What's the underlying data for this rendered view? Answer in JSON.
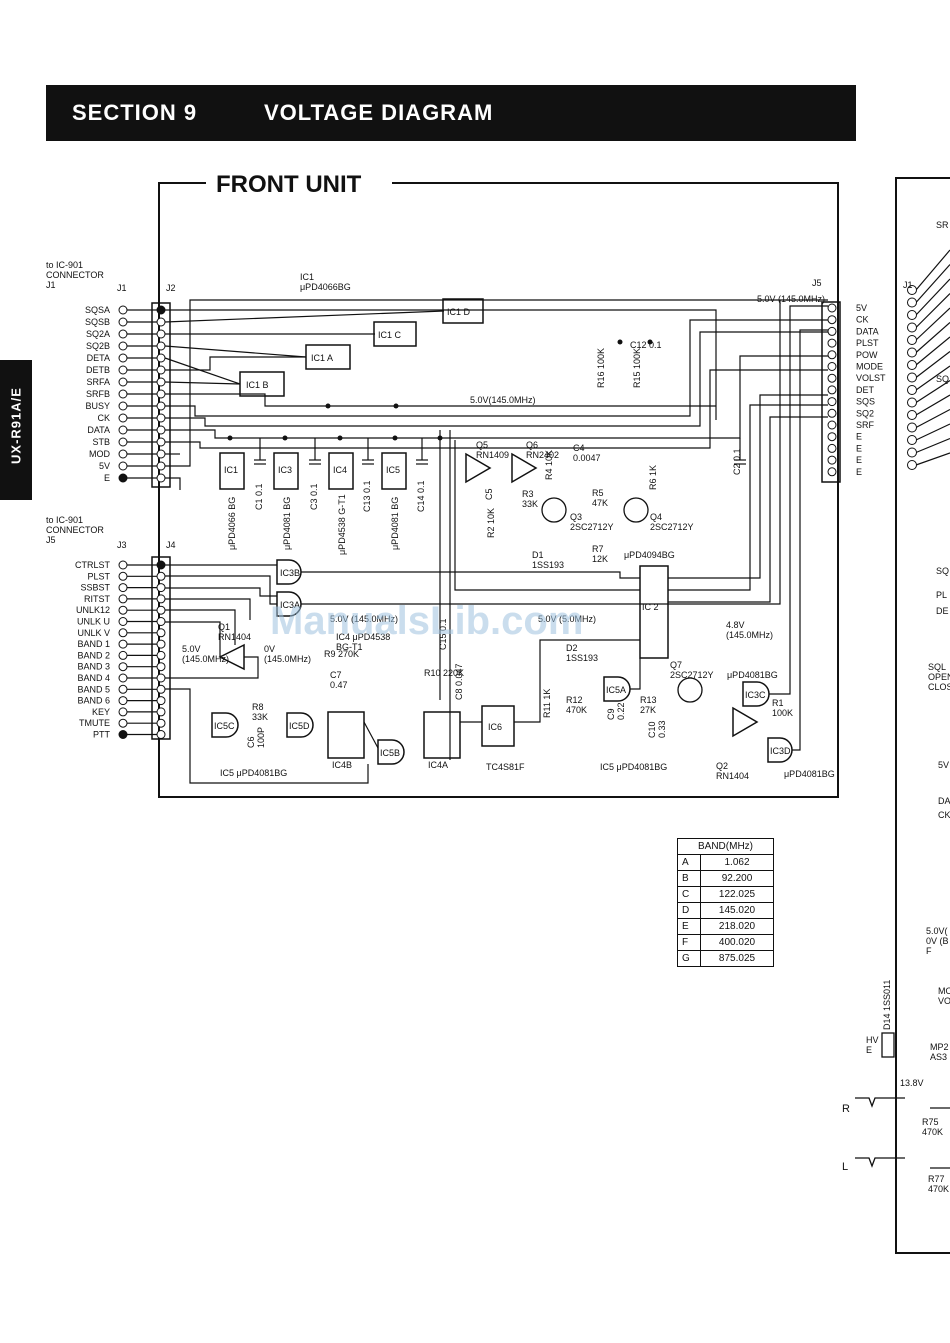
{
  "header": {
    "section": "SECTION 9",
    "title": "VOLTAGE DIAGRAM"
  },
  "side_tab": "UX-R91A/E",
  "frame": {
    "title": "FRONT UNIT"
  },
  "connectors": {
    "top_note": "to IC-901\nCONNECTOR\nJ1",
    "bottom_note": "to IC-901\nCONNECTOR\nJ5",
    "j1": "J1",
    "j2": "J2",
    "j3": "J3",
    "j4": "J4",
    "j5": "J5",
    "right_j1": "J1"
  },
  "j2_pins": [
    "SQSA",
    "SQSB",
    "SQ2A",
    "SQ2B",
    "DETA",
    "DETB",
    "SRFA",
    "SRFB",
    "BUSY",
    "CK",
    "DATA",
    "STB",
    "MOD",
    "5V",
    "E"
  ],
  "j4_pins": [
    "CTRLST",
    "PLST",
    "SSBST",
    "RITST",
    "UNLK12",
    "UNLK U",
    "UNLK V",
    "BAND 1",
    "BAND 2",
    "BAND 3",
    "BAND 4",
    "BAND 5",
    "BAND 6",
    "KEY",
    "TMUTE",
    "PTT"
  ],
  "j5_pins": [
    "5V",
    "CK",
    "DATA",
    "PLST",
    "POW",
    "MODE",
    "VOLST",
    "DET",
    "SQS",
    "SQ2",
    "SRF",
    "E",
    "E",
    "E",
    "E"
  ],
  "labels": {
    "ic1_title": "IC1\nμPD4066BG",
    "ic1a": "IC1 A",
    "ic1b": "IC1 B",
    "ic1c": "IC1 C",
    "ic1d": "IC1 D",
    "v5_mid": "5.0V(145.0MHz)",
    "v5_j5": "5.0V (145.0MHz)",
    "c12": "C12 0.1",
    "r16": "R16 100K",
    "r15": "R15 100K",
    "c2": "C2 0.1",
    "ic1_pwr": "IC1",
    "ic3_pwr": "IC3",
    "ic4_pwr": "IC4",
    "ic5_pwr": "IC5",
    "ic1_part": "μPD4066 BG",
    "ic3_part": "μPD4081 BG",
    "ic4_part": "μPD4538 G-T1",
    "ic5_part": "μPD4081 BG",
    "c1": "C1 0.1",
    "c3": "C3 0.1",
    "c13": "C13 0.1",
    "c14": "C14 0.1",
    "q5": "Q5\nRN1409",
    "q6": "Q6\nRN2402",
    "c4": "C4\n0.0047",
    "c5": "C5",
    "r3": "R3\n33K",
    "r4": "R4 10K",
    "r5": "R5\n47K",
    "r6": "R6 1K",
    "q3": "Q3\n2SC2712Y",
    "q4": "Q4\n2SC2712Y",
    "r2": "R2 10K",
    "d1": "D1\n1SS193",
    "r7": "R7\n12K",
    "ic2_part": "μPD4094BG",
    "ic2": "IC 2",
    "v48": "4.8V\n(145.0MHz)",
    "q1": "Q1\nRN1404",
    "q1_v": "5.0V\n(145.0MHz)",
    "q1_v0": "0V\n(145.0MHz)",
    "ic3b": "IC3B",
    "ic3a": "IC3A",
    "ic4_title": "IC4 μPD4538\nBG-T1",
    "v5_ic4": "5.0V (145.0MHz)",
    "r9": "R9 270K",
    "c7": "C7\n0.47",
    "r10": "R10 220K",
    "c8": "C8 0.047",
    "c15": "C15 0.1",
    "ic4b": "IC4B",
    "ic4a": "IC4A",
    "ic6": "IC6",
    "ic6_part": "TC4S81F",
    "ic5c": "IC5C",
    "ic5d": "IC5D",
    "ic5b": "IC5B",
    "ic5a": "IC5A",
    "r8": "R8\n33K",
    "c6": "C6\n100P",
    "ic5_bottom": "IC5 μPD4081BG",
    "ic5_bottom2": "IC5 μPD4081BG",
    "d2": "D2\n1SS193",
    "r11": "R11 1K",
    "r12": "R12\n470K",
    "c9": "C9\n0.22",
    "r13": "R13\n27K",
    "c10": "C10\n0.33",
    "q7": "Q7\n2SC2712Y",
    "ic3c": "IC3C",
    "ic3d": "IC3D",
    "r1": "R1\n100K",
    "q2": "Q2\nRN1404",
    "ic3_bottom": "μPD4081BG",
    "ic3_top": "μPD4081BG",
    "v5_ic2": "5.0V (5.0MHz)",
    "hv": "HV\nE",
    "d14": "D14 1SS011",
    "v138": "13.8V",
    "mp2": "MP2\nAS3",
    "r75": "R75\n470K",
    "r77": "R77\n470K",
    "r_jack": "R",
    "l_jack": "L",
    "right_sr": "SR",
    "right_sq": "SQ",
    "right_sq2": "SQ",
    "right_pl": "PL",
    "right_de": "DE",
    "right_sql": "SQL\nOPEN\nCLOS",
    "right_5v": "5V",
    "right_da": "DA",
    "right_ck": "CK",
    "right_50v": "5.0V(\n0V (B\nF",
    "right_mo": "MO\nVO"
  },
  "band_table": {
    "header": "BAND(MHz)",
    "rows": [
      {
        "band": "A",
        "freq": "1.062"
      },
      {
        "band": "B",
        "freq": "92.200"
      },
      {
        "band": "C",
        "freq": "122.025"
      },
      {
        "band": "D",
        "freq": "145.020"
      },
      {
        "band": "E",
        "freq": "218.020"
      },
      {
        "band": "F",
        "freq": "400.020"
      },
      {
        "band": "G",
        "freq": "875.025"
      }
    ]
  },
  "watermark": "ManualsLib.com"
}
